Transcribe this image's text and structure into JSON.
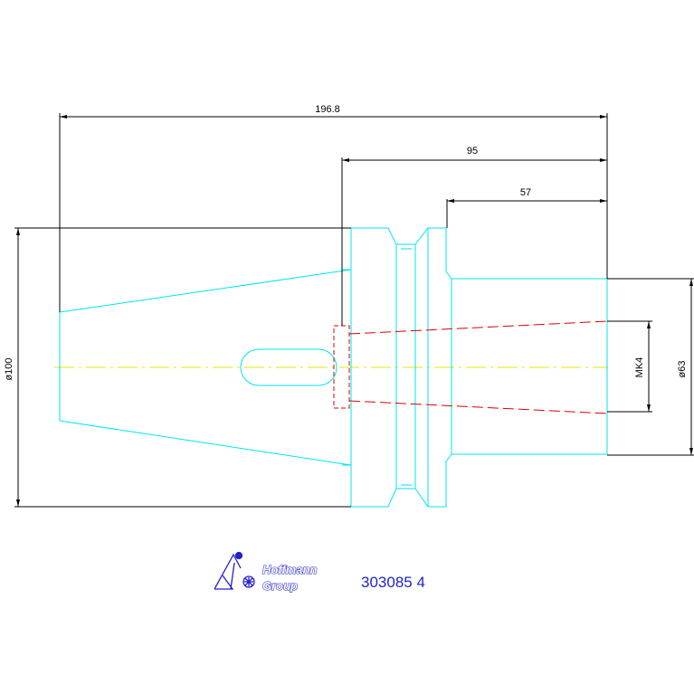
{
  "drawing": {
    "dimensions": {
      "overall_length": "196.8",
      "length_95": "95",
      "length_57": "57",
      "diameter_flange": "ø100",
      "diameter_shank": "ø63",
      "taper": "MK4"
    },
    "brand": {
      "line1": "Hoffmann",
      "line2": "Group"
    },
    "part_number": "303085 4"
  },
  "colors": {
    "dimension": "#000000",
    "outline": "#00e5ee",
    "hidden": "#dd0000",
    "centerline": "#e6e600",
    "brand": "#2222cc"
  }
}
